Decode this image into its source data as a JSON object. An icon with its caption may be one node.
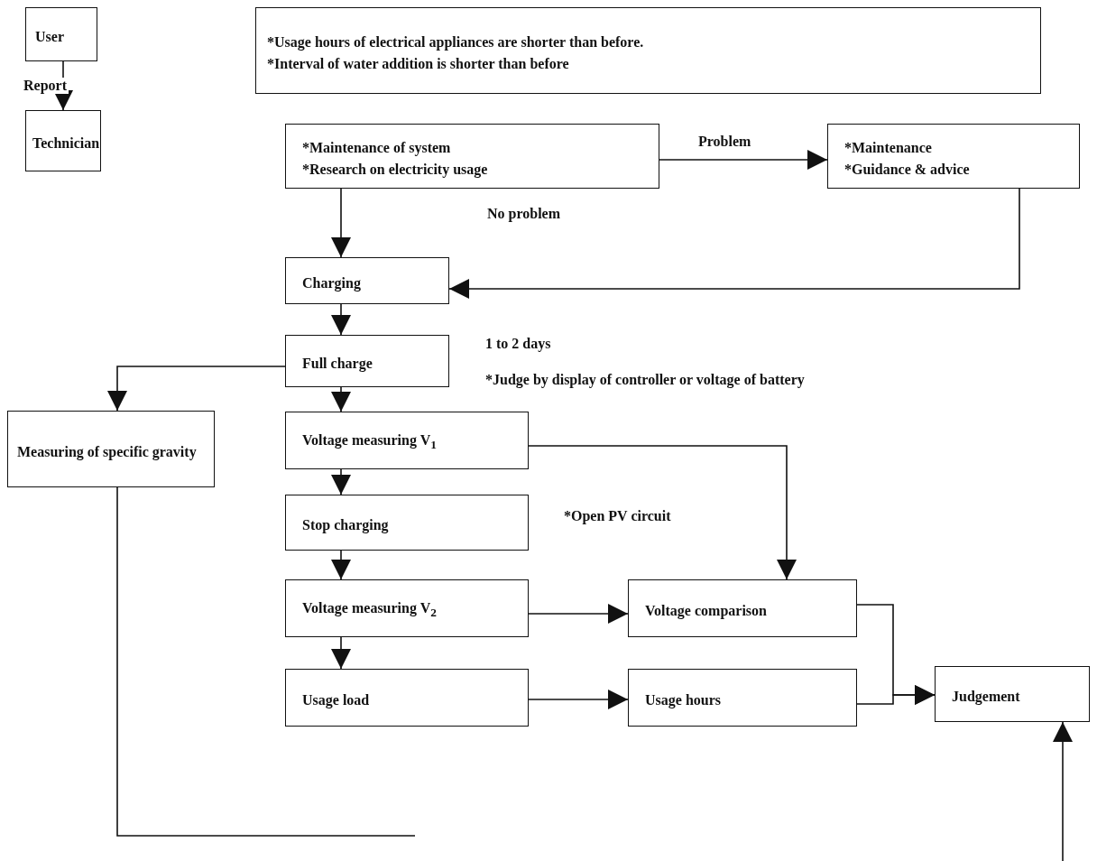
{
  "diagram": {
    "nodes": [
      {
        "text": [
          "User"
        ]
      },
      {
        "text": [
          "Technician"
        ]
      },
      {
        "text": [
          "*Usage hours of electrical appliances are shorter than before.",
          "*Interval of water addition is shorter than before"
        ]
      },
      {
        "text": [
          "*Maintenance of system",
          "*Research on electricity usage"
        ]
      },
      {
        "text": [
          "*Maintenance",
          "*Guidance & advice"
        ]
      },
      {
        "text": [
          "Charging"
        ]
      },
      {
        "text": [
          "Full charge"
        ],
        "beside": [
          "1 to 2 days",
          "*Judge by display of controller or voltage of battery"
        ]
      },
      {
        "text": [
          "Measuring of specific gravity"
        ]
      },
      {
        "text": [
          "Voltage measuring V$_{1}$"
        ]
      },
      {
        "text": [
          "Stop charging"
        ],
        "beside": [
          "*Open PV circuit"
        ]
      },
      {
        "text": [
          "Voltage measuring V$_{2}$"
        ]
      },
      {
        "text": [
          "Voltage comparison"
        ]
      },
      {
        "text": [
          "Usage load"
        ]
      },
      {
        "text": [
          "Usage hours"
        ]
      },
      {
        "text": [
          "Judgement"
        ]
      }
    ],
    "edges": [
      {
        "from": 0,
        "to": 1,
        "arrow": "to",
        "label": "Report"
      },
      {
        "from": 3,
        "to": 4,
        "arrow": "to",
        "label": "Problem"
      },
      {
        "from": 3,
        "to": 5,
        "arrow": "to"
      },
      {
        "from": 4,
        "to": 5,
        "arrow": "to"
      },
      {
        "from": 5,
        "to": 6,
        "arrow": "to"
      },
      {
        "from": 6,
        "to": 7,
        "arrow": "to"
      },
      {
        "from": 6,
        "to": 8,
        "arrow": "to"
      },
      {
        "from": 8,
        "to": 11,
        "arrow": "to"
      },
      {
        "from": 8,
        "to": 9,
        "arrow": "to"
      },
      {
        "from": 9,
        "to": 10,
        "arrow": "to"
      },
      {
        "from": 10,
        "to": 11,
        "arrow": "to"
      },
      {
        "from": 10,
        "to": 12,
        "arrow": "to"
      },
      {
        "from": 12,
        "to": 13,
        "arrow": "to"
      },
      {
        "from": 11,
        "to": 14,
        "arrow": "to"
      },
      {
        "from": 13,
        "to": 14,
        "arrow": "to"
      },
      {
        "from": 7,
        "to": null,
        "arrow": "none"
      },
      {
        "from": null,
        "to": 14,
        "arrow": "to"
      }
    ],
    "labels": [
      "No problem"
    ]
  }
}
